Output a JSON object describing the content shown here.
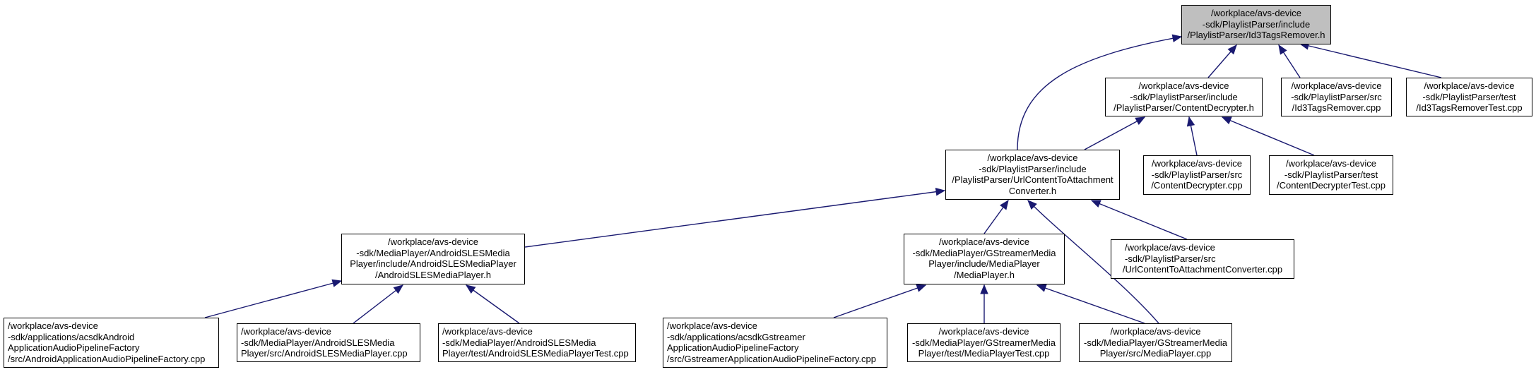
{
  "diagram": {
    "edge_color": "#191970",
    "nodes": [
      {
        "id": "n0",
        "highlight": true,
        "lines": [
          "/workplace/avs-device",
          "-sdk/PlaylistParser/include",
          "/PlaylistParser/Id3TagsRemover.h"
        ]
      },
      {
        "id": "n1",
        "lines": [
          "/workplace/avs-device",
          "-sdk/PlaylistParser/include",
          "/PlaylistParser/ContentDecrypter.h"
        ]
      },
      {
        "id": "n2",
        "lines": [
          "/workplace/avs-device",
          "-sdk/PlaylistParser/src",
          "/Id3TagsRemover.cpp"
        ]
      },
      {
        "id": "n3",
        "lines": [
          "/workplace/avs-device",
          "-sdk/PlaylistParser/test",
          "/Id3TagsRemoverTest.cpp"
        ]
      },
      {
        "id": "n4",
        "lines": [
          "/workplace/avs-device",
          "-sdk/PlaylistParser/include",
          "/PlaylistParser/UrlContentToAttachment",
          "Converter.h"
        ]
      },
      {
        "id": "n5",
        "lines": [
          "/workplace/avs-device",
          "-sdk/PlaylistParser/src",
          "/ContentDecrypter.cpp"
        ]
      },
      {
        "id": "n6",
        "lines": [
          "/workplace/avs-device",
          "-sdk/PlaylistParser/test",
          "/ContentDecrypterTest.cpp"
        ]
      },
      {
        "id": "n7",
        "lines": [
          "/workplace/avs-device",
          "-sdk/MediaPlayer/AndroidSLESMedia",
          "Player/include/AndroidSLESMediaPlayer",
          "/AndroidSLESMediaPlayer.h"
        ]
      },
      {
        "id": "n8",
        "lines": [
          "/workplace/avs-device",
          "-sdk/MediaPlayer/GStreamerMedia",
          "Player/include/MediaPlayer",
          "/MediaPlayer.h"
        ]
      },
      {
        "id": "n9",
        "lines": [
          "/workplace/avs-device",
          "-sdk/PlaylistParser/src",
          "/UrlContentToAttachmentConverter.cpp"
        ]
      },
      {
        "id": "n10",
        "lines": [
          "/workplace/avs-device",
          "-sdk/applications/acsdkAndroid",
          "ApplicationAudioPipelineFactory",
          "/src/AndroidApplicationAudioPipelineFactory.cpp"
        ]
      },
      {
        "id": "n11",
        "lines": [
          "/workplace/avs-device",
          "-sdk/MediaPlayer/AndroidSLESMedia",
          "Player/src/AndroidSLESMediaPlayer.cpp"
        ]
      },
      {
        "id": "n12",
        "lines": [
          "/workplace/avs-device",
          "-sdk/MediaPlayer/AndroidSLESMedia",
          "Player/test/AndroidSLESMediaPlayerTest.cpp"
        ]
      },
      {
        "id": "n13",
        "lines": [
          "/workplace/avs-device",
          "-sdk/applications/acsdkGstreamer",
          "ApplicationAudioPipelineFactory",
          "/src/GstreamerApplicationAudioPipelineFactory.cpp"
        ]
      },
      {
        "id": "n14",
        "lines": [
          "/workplace/avs-device",
          "-sdk/MediaPlayer/GStreamerMedia",
          "Player/test/MediaPlayerTest.cpp"
        ]
      },
      {
        "id": "n15",
        "lines": [
          "/workplace/avs-device",
          "-sdk/MediaPlayer/GStreamerMedia",
          "Player/src/MediaPlayer.cpp"
        ]
      }
    ],
    "edges": [
      {
        "from": "n1",
        "to": "n0"
      },
      {
        "from": "n2",
        "to": "n0"
      },
      {
        "from": "n3",
        "to": "n0"
      },
      {
        "from": "n4",
        "to": "n0"
      },
      {
        "from": "n4",
        "to": "n1"
      },
      {
        "from": "n5",
        "to": "n1"
      },
      {
        "from": "n6",
        "to": "n1"
      },
      {
        "from": "n7",
        "to": "n4"
      },
      {
        "from": "n8",
        "to": "n4"
      },
      {
        "from": "n9",
        "to": "n4"
      },
      {
        "from": "n15",
        "to": "n4"
      },
      {
        "from": "n10",
        "to": "n7"
      },
      {
        "from": "n11",
        "to": "n7"
      },
      {
        "from": "n12",
        "to": "n7"
      },
      {
        "from": "n13",
        "to": "n8"
      },
      {
        "from": "n14",
        "to": "n8"
      },
      {
        "from": "n15",
        "to": "n8"
      }
    ]
  }
}
